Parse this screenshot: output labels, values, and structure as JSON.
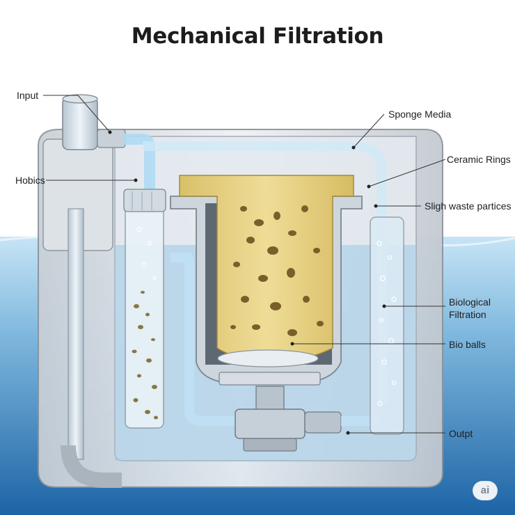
{
  "title": "Mechanical Filtration",
  "labels": {
    "input": "Input",
    "hobics": "Hobics",
    "sponge_media": "Sponge Media",
    "ceramic_rings": "Ceramic Rings",
    "waste_particles": "Sligh waste partices",
    "biological_filtration": "Biological Filtration",
    "bio_balls": "Bio balls",
    "output": "Outpt"
  },
  "watermark": "ai",
  "colors": {
    "water_top": "#bfe0f3",
    "water_bottom": "#1d6fb2",
    "sponge": "#e8d48a",
    "housing": "#d9dde2",
    "flow": "#9fd3f2"
  }
}
